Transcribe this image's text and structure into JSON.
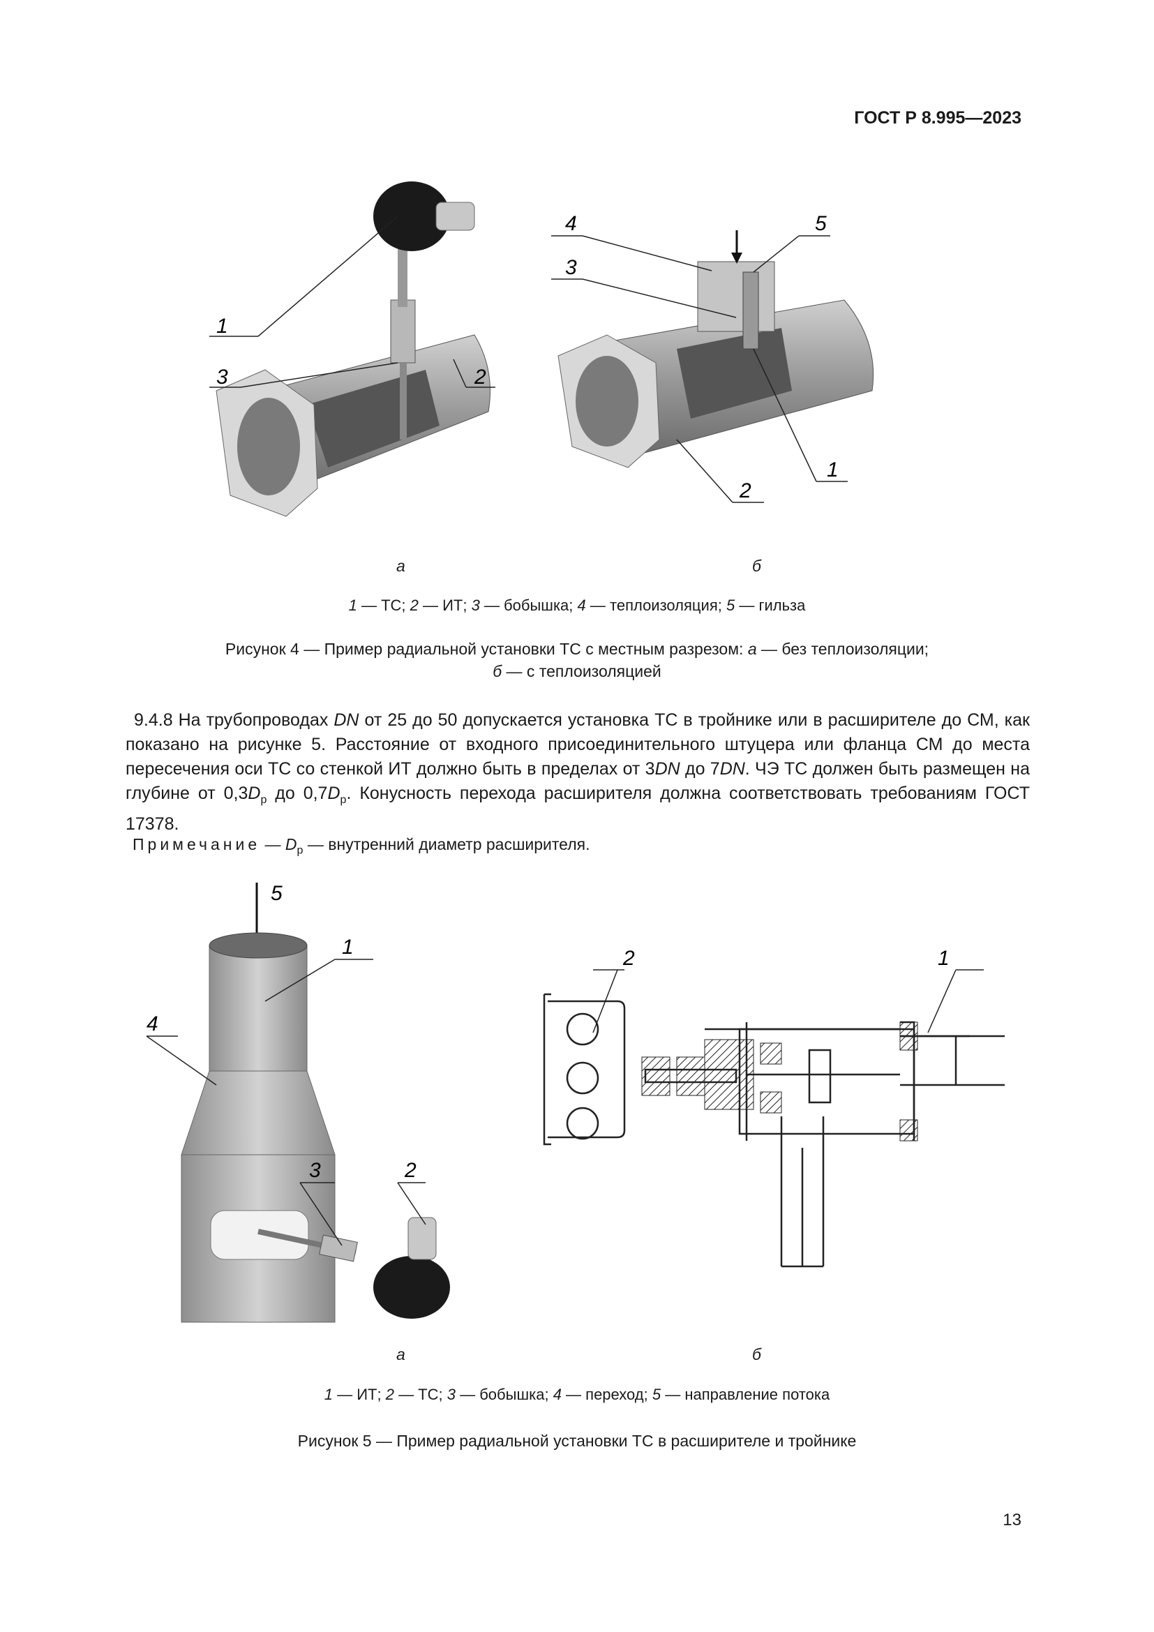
{
  "header": {
    "doc_id": "ГОСТ Р 8.995—2023"
  },
  "figure4": {
    "callouts_a": [
      "1",
      "3",
      "2"
    ],
    "callouts_b": [
      "4",
      "5",
      "3",
      "2",
      "1"
    ],
    "sublabel_a": "а",
    "sublabel_b": "б",
    "legend": [
      {
        "num": "1",
        "text": " — ТС; "
      },
      {
        "num": "2",
        "text": " — ИТ; "
      },
      {
        "num": "3",
        "text": " — бобышка; "
      },
      {
        "num": "4",
        "text": " — теплоизоляция; "
      },
      {
        "num": "5",
        "text": " — гильза"
      }
    ],
    "caption_line1_pre": "Рисунок 4 — Пример радиальной установки ТС с местным разрезом: ",
    "caption_a": "а",
    "caption_line1_post": " — без теплоизоляции;",
    "caption_b": "б",
    "caption_line2_post": " — с теплоизоляцией"
  },
  "paragraph": {
    "s1": "9.4.8 На трубопроводах ",
    "dn1": "DN",
    "s2": " от 25 до 50 допускается установка ТС в тройнике или в расширителе до СМ, как показано на рисунке 5. Расстояние от входного присоединительного штуцера или фланца СМ до места пересечения оси ТС со стенкой ИТ должно быть в пределах от 3",
    "dn2": "DN",
    "s3": " до 7",
    "dn3": "DN",
    "s4": ". ЧЭ ТС должен быть размещен на глубине от 0,3",
    "d1": "D",
    "sub1": "p",
    "s5": " до 0,7",
    "d2": "D",
    "sub2": "p",
    "s6": ". Конусность перехода расширителя должна соответство­вать требованиям ГОСТ 17378."
  },
  "note": {
    "label": "Примечание",
    "sep": " — ",
    "d": "D",
    "sub": "p",
    "text": " — внутренний диаметр расширителя."
  },
  "figure5": {
    "callouts_a": [
      "5",
      "1",
      "4",
      "3",
      "2"
    ],
    "callouts_b": [
      "2",
      "1"
    ],
    "sublabel_a": "а",
    "sublabel_b": "б",
    "legend": [
      {
        "num": "1",
        "text": " — ИТ; "
      },
      {
        "num": "2",
        "text": " — ТС; "
      },
      {
        "num": "3",
        "text": " — бобышка; "
      },
      {
        "num": "4",
        "text": " — переход; "
      },
      {
        "num": "5",
        "text": " — направление потока"
      }
    ],
    "caption": "Рисунок 5 — Пример радиальной установки ТС в расширителе и тройнике"
  },
  "footer": {
    "page_number": "13"
  }
}
